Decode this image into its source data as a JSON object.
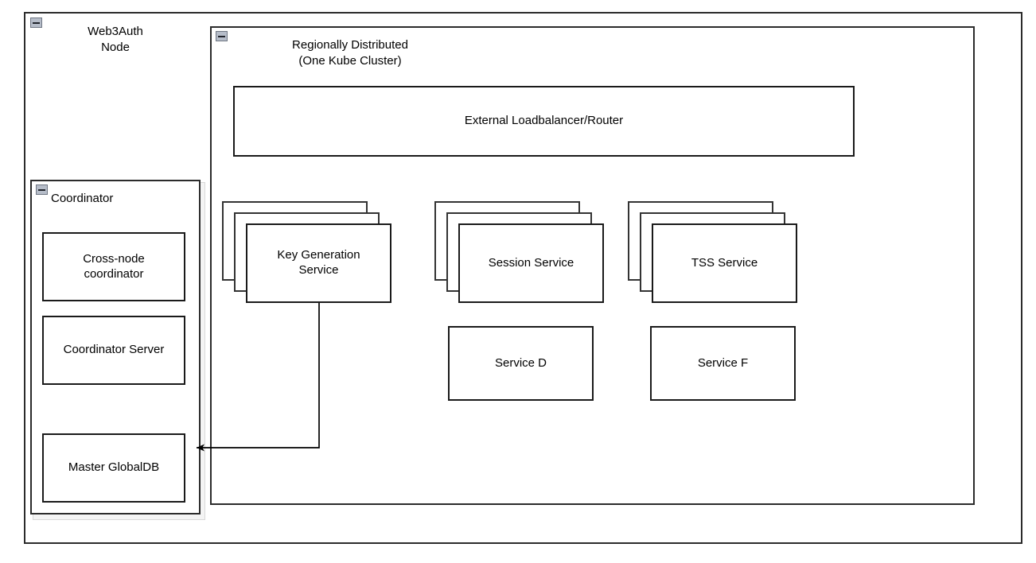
{
  "diagram": {
    "type": "architecture-diagram",
    "background": "#ffffff",
    "stroke_color": "#1a1a1a",
    "box_fill": "#ffffff",
    "icon": {
      "name": "collapse-minus-icon",
      "glyph": "minus",
      "fill": "#b6bdc9",
      "border": "#6f7683"
    }
  },
  "outer_group": {
    "title": "Web3Auth\nNode",
    "title_line1": "Web3Auth",
    "title_line2": "Node",
    "collapse_icon": "collapse-minus-icon"
  },
  "cluster_group": {
    "title": "Regionally Distributed\n(One Kube Cluster)",
    "title_line1": "Regionally Distributed",
    "title_line2": "(One Kube Cluster)",
    "collapse_icon": "collapse-minus-icon"
  },
  "coordinator_group": {
    "title": "Coordinator",
    "collapse_icon": "collapse-minus-icon",
    "nodes": [
      {
        "label": "Cross-node\ncoordinator",
        "name": "cross-node-coordinator"
      },
      {
        "label": "Coordinator Server",
        "name": "coordinator-server"
      },
      {
        "label": "Master GlobalDB",
        "name": "master-globaldb"
      }
    ]
  },
  "loadbalancer": {
    "label": "External Loadbalancer/Router",
    "name": "external-loadbalancer-router"
  },
  "services": {
    "stacked": [
      {
        "label": "Key Generation\nService",
        "name": "key-generation-service",
        "replicas": 3
      },
      {
        "label": "Session Service",
        "name": "session-service",
        "replicas": 3
      },
      {
        "label": "TSS Service",
        "name": "tss-service",
        "replicas": 3
      }
    ],
    "single": [
      {
        "label": "Service D",
        "name": "service-d"
      },
      {
        "label": "Service F",
        "name": "service-f"
      }
    ]
  },
  "connections": [
    {
      "name": "keygen-to-masterdb",
      "from": "key-generation-service",
      "to": "master-globaldb",
      "arrow": "single",
      "style": "orthogonal"
    }
  ]
}
